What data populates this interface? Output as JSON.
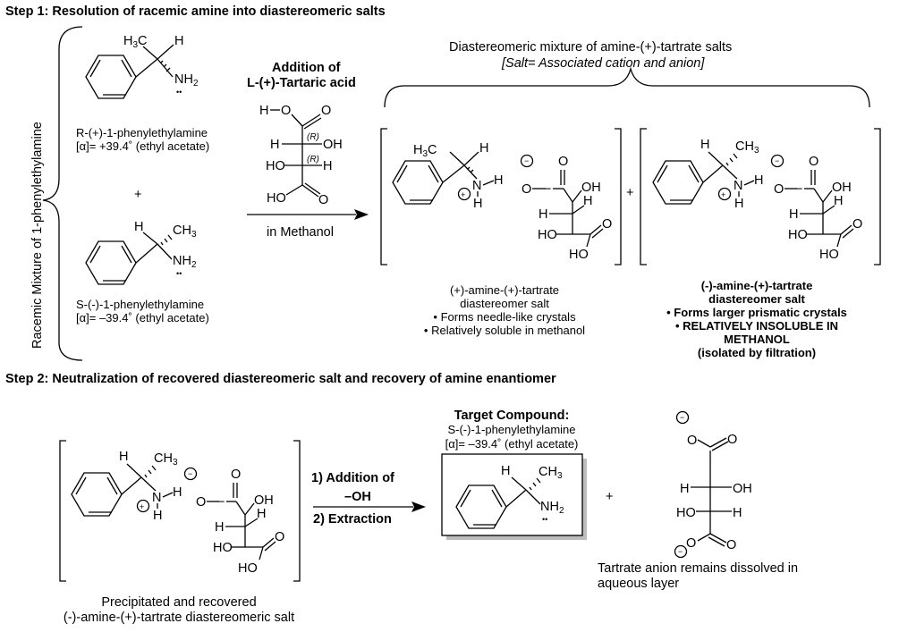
{
  "step1_title": "Step 1: Resolution of racemic amine into diastereomeric salts",
  "step2_title": "Step 2: Neutralization of recovered diastereomeric salt and recovery of amine enantiomer",
  "racemic_label": "Racemic Mixture of 1-phenylethylamine",
  "r_name": "R-(+)-1-phenylethylamine",
  "r_rotation": "[α]= +39.4˚ (ethyl acetate)",
  "plus": "+",
  "s_name": "S-(-)-1-phenylethylamine",
  "s_rotation": "[α]= –39.4˚ (ethyl acetate)",
  "acid_label_1": "Addition of",
  "acid_label_2": "L-(+)-Tartaric acid",
  "solvent": "in Methanol",
  "mixture_line1": "Diastereomeric mixture of amine-(+)-tartrate salts",
  "mixture_line2": "[Salt= Associated cation and anion]",
  "salt1_desc": [
    "(+)-amine-(+)-tartrate",
    "diastereomer salt",
    "• Forms needle-like crystals",
    "• Relatively soluble in methanol"
  ],
  "salt2_desc": [
    "(-)-amine-(+)-tartrate",
    "diastereomer salt",
    "• Forms larger prismatic crystals",
    "•  RELATIVELY INSOLUBLE IN",
    "METHANOL",
    "(isolated by filtration)"
  ],
  "step2_reagent_1": "1) Addition of",
  "step2_reagent_2": "–OH",
  "step2_reagent_3": "2) Extraction",
  "target_title": "Target Compound:",
  "target_name": "S-(-)-1-phenylethylamine",
  "target_rotation": "[α]= –39.4˚ (ethyl acetate)",
  "recovered_line1": "Precipitated and recovered",
  "recovered_line2": "(-)-amine-(+)-tartrate diastereomeric salt",
  "anion_line1": "Tartrate anion remains dissolved in",
  "anion_line2": "aqueous layer",
  "atoms": {
    "H3C": "H3C",
    "CH3": "CH3",
    "H": "H",
    "NH2": "NH2",
    "N": "N",
    "O": "O",
    "OH": "OH",
    "HO": "HO",
    "R": "(R)",
    "lone_pair": "••",
    "charge_plus": "+",
    "charge_minus": "−"
  }
}
